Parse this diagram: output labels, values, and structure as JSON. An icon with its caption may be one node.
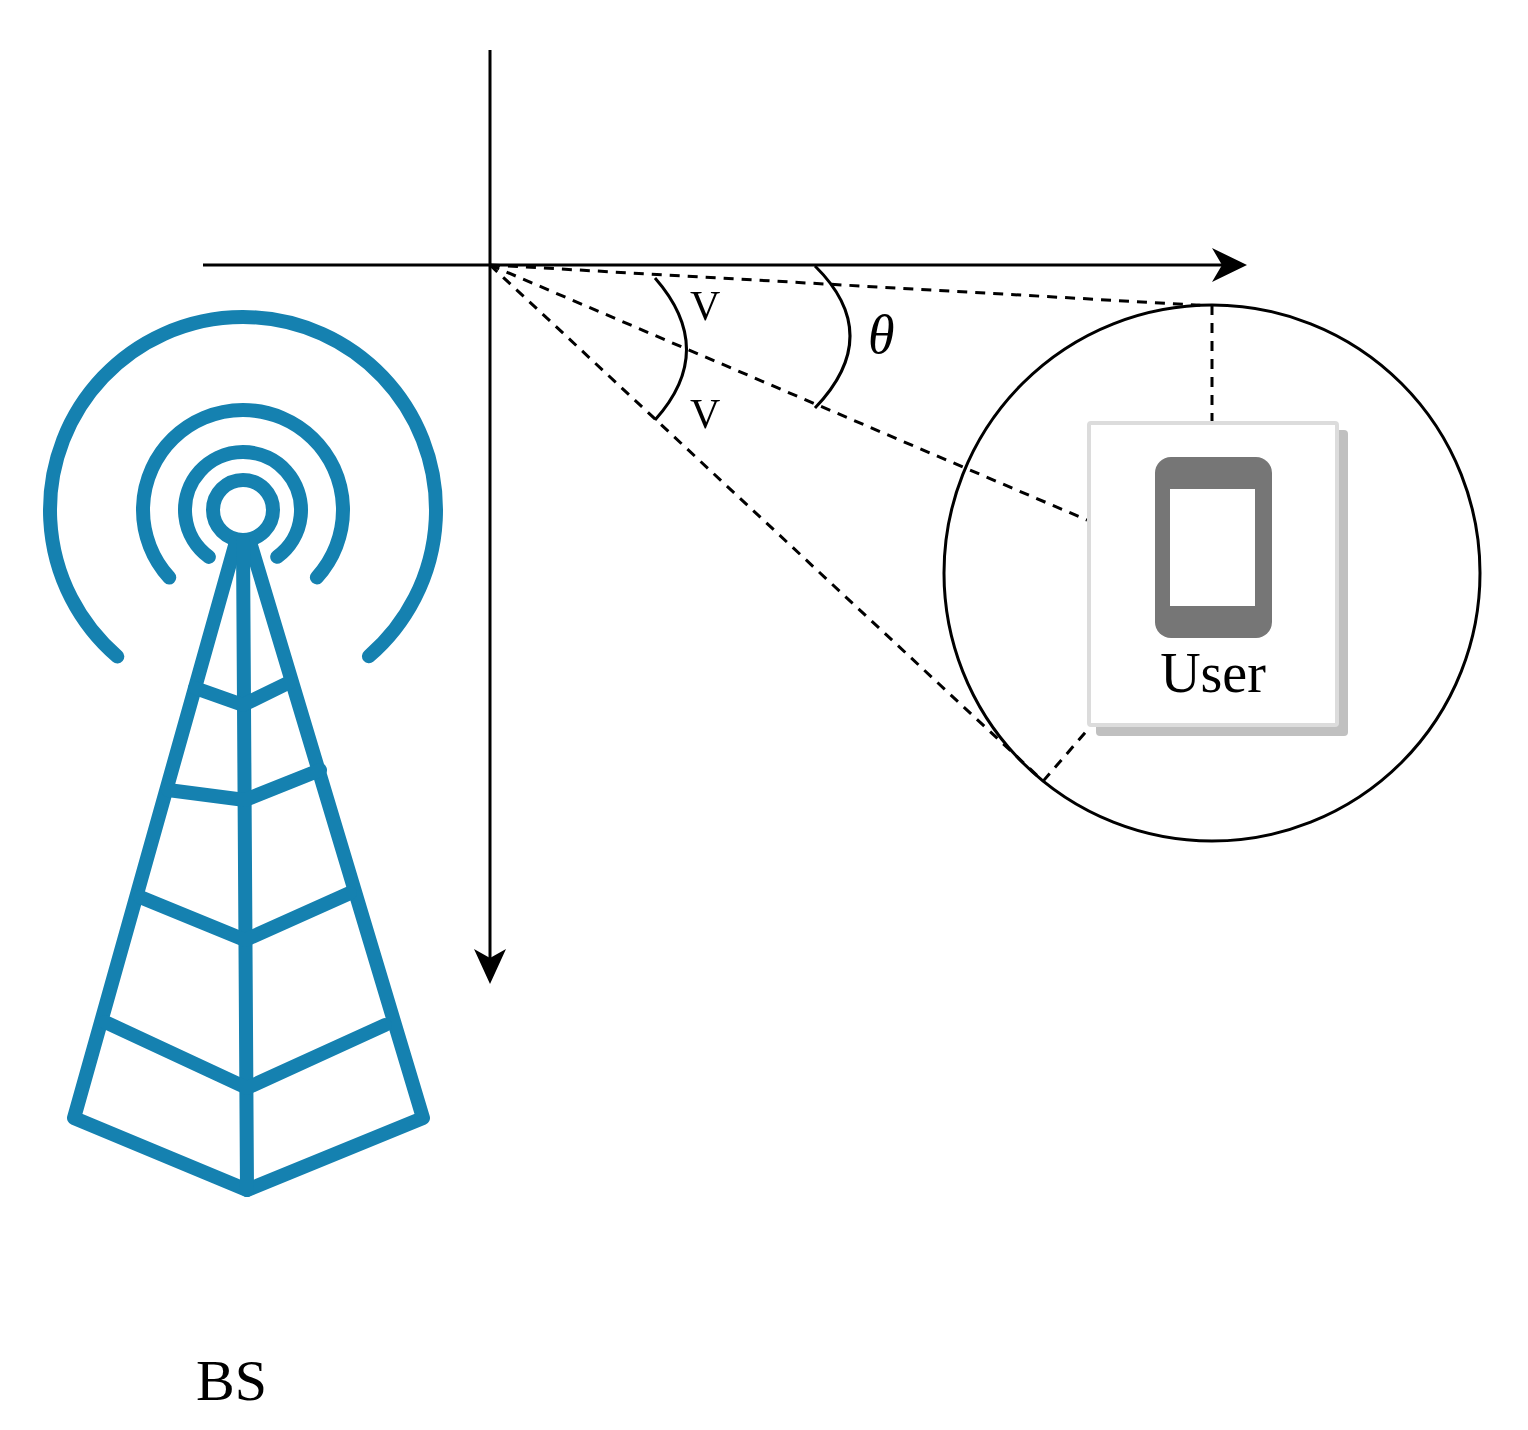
{
  "diagram": {
    "nodes": [
      {
        "text": [],
        "shape": "circle"
      },
      {
        "text": [
          "User"
        ],
        "in": 0
      }
    ],
    "edges": [
      {
        "from": null,
        "to": 0,
        "arrow": "none",
        "style": "dashed"
      },
      {
        "from": null,
        "to": 1,
        "arrow": "none",
        "style": "dashed"
      },
      {
        "from": null,
        "to": 0,
        "arrow": "none",
        "style": "dashed"
      },
      {
        "from": 0,
        "to": 1,
        "arrow": "none",
        "style": "dashed"
      },
      {
        "from": 0,
        "to": 1,
        "arrow": "none",
        "style": "dashed"
      }
    ],
    "labels": [
      "V",
      "θ",
      "V",
      "BS"
    ]
  }
}
